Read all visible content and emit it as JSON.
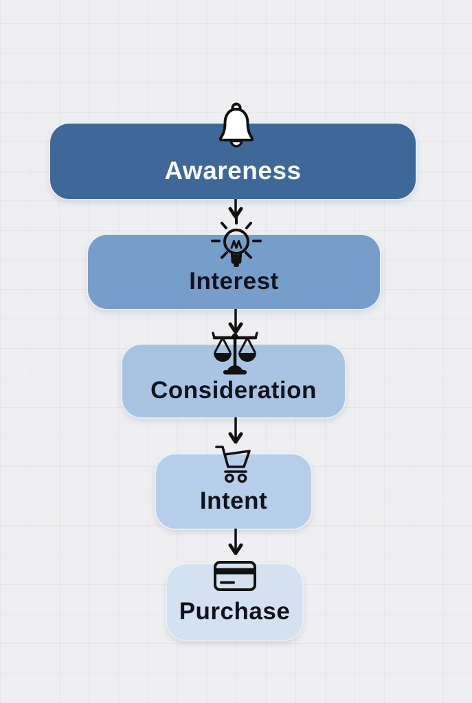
{
  "funnel": {
    "background_color": "#efeff1",
    "grid_line_color": "#cbced6",
    "arrow_color": "#111111",
    "icon_color": "#111111",
    "stages": [
      {
        "label": "Awareness",
        "icon": "bell-icon",
        "bg_color": "#3e6897",
        "text_color": "#f7f9fc"
      },
      {
        "label": "Interest",
        "icon": "lightbulb-icon",
        "bg_color": "#779dcb",
        "text_color": "#10131a"
      },
      {
        "label": "Consideration",
        "icon": "scales-icon",
        "bg_color": "#a9c4e3",
        "text_color": "#10131a"
      },
      {
        "label": "Intent",
        "icon": "cart-icon",
        "bg_color": "#b6cee9",
        "text_color": "#10131a"
      },
      {
        "label": "Purchase",
        "icon": "credit-card-icon",
        "bg_color": "#d3e1f0",
        "text_color": "#10131a"
      }
    ]
  }
}
